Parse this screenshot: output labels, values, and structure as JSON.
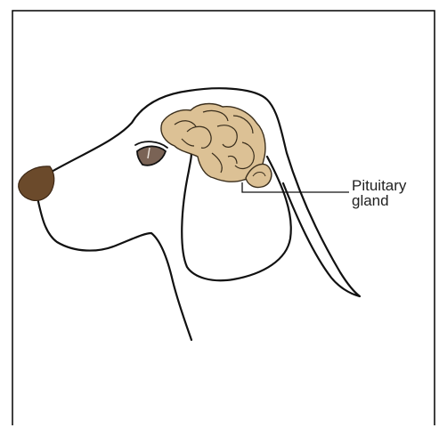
{
  "label": {
    "line1": "Pituitary",
    "line2": "gland"
  },
  "colors": {
    "outline": "#111111",
    "brain_fill": "#DCC195",
    "nose": "#6B4A2B",
    "eye_iris": "#7A6355",
    "frame": "#000000"
  },
  "icons": [
    "dog-head-outline",
    "brain",
    "pituitary-gland",
    "eye",
    "nose"
  ]
}
